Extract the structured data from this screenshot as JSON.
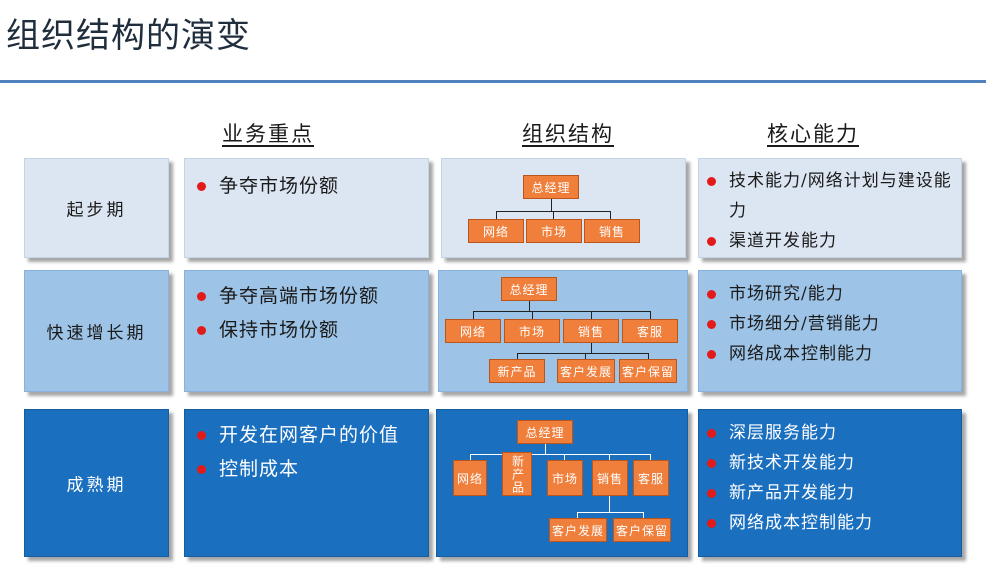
{
  "title": "组织结构的演变",
  "columns": {
    "focus": "业务重点",
    "structure": "组织结构",
    "capability": "核心能力"
  },
  "rows": [
    {
      "phase": "起步期",
      "focus": [
        "争夺市场份额"
      ],
      "org": {
        "root": "总经理",
        "level1": [
          "网络",
          "市场",
          "销售"
        ]
      },
      "capability": [
        "技术能力/网络计划与建设能力",
        "渠道开发能力"
      ]
    },
    {
      "phase": "快速增长期",
      "focus": [
        "争夺高端市场份额",
        "保持市场份额"
      ],
      "org": {
        "root": "总经理",
        "level1": [
          "网络",
          "市场",
          "销售",
          "客服"
        ],
        "level2": [
          "新产品",
          "客户发展",
          "客户保留"
        ]
      },
      "capability": [
        "市场研究/能力",
        "市场细分/营销能力",
        "网络成本控制能力"
      ]
    },
    {
      "phase": "成熟期",
      "focus": [
        "开发在网客户的价值",
        "控制成本"
      ],
      "org": {
        "root": "总经理",
        "level1": [
          "网络",
          "新产品",
          "市场",
          "销售",
          "客服"
        ],
        "level2": [
          "客户发展",
          "客户保留"
        ]
      },
      "capability": [
        "深层服务能力",
        "新技术开发能力",
        "新产品开发能力",
        "网络成本控制能力"
      ]
    }
  ],
  "colors": {
    "accent_line": "#4f81bd",
    "bullet": "#e31a1a",
    "org_node": "#f07f3c",
    "row1": "#dce6f2",
    "row2": "#9dc3e6",
    "row3": "#1a6fbf"
  }
}
